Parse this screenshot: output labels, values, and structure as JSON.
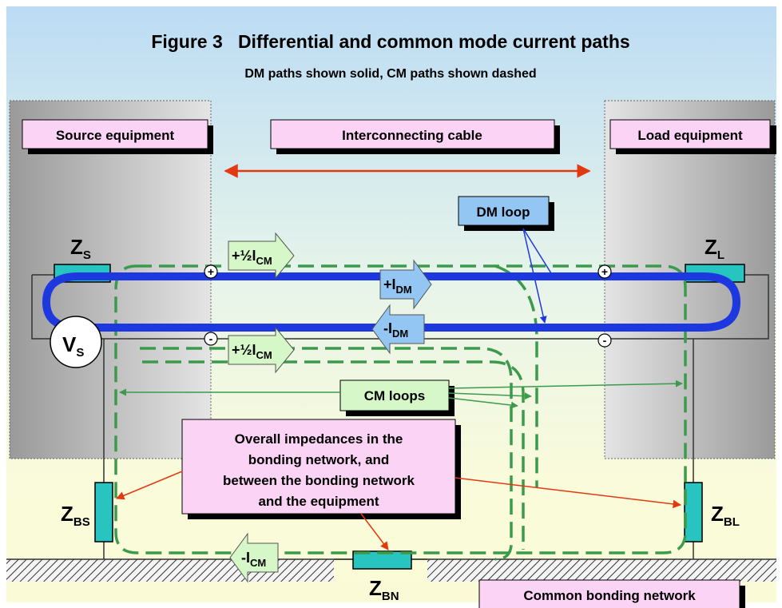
{
  "figure": {
    "title": "Figure 3   Differential and common mode current paths",
    "subtitle": "DM paths shown solid, CM paths shown dashed"
  },
  "labels": {
    "source_equipment": "Source equipment",
    "interconnecting_cable": "Interconnecting cable",
    "load_equipment": "Load equipment",
    "dm_loop": "DM loop",
    "cm_loops": "CM loops",
    "overall_impedances": [
      "Overall impedances in the",
      "bonding network, and",
      "between the bonding network",
      "and the equipment"
    ],
    "common_bonding_network": "Common bonding network"
  },
  "components": {
    "zs": {
      "main": "Z",
      "sub": "S"
    },
    "zl": {
      "main": "Z",
      "sub": "L"
    },
    "vs": {
      "main": "V",
      "sub": "S"
    },
    "zbs": {
      "main": "Z",
      "sub": "BS"
    },
    "zbl": {
      "main": "Z",
      "sub": "BL"
    },
    "zbn": {
      "main": "Z",
      "sub": "BN"
    }
  },
  "currents": {
    "half_icm_top": {
      "main": "+½I",
      "sub": "CM"
    },
    "half_icm_bottom": {
      "main": "+½I",
      "sub": "CM"
    },
    "plus_idm": {
      "main": "+I",
      "sub": "DM"
    },
    "minus_idm": {
      "main": "-I",
      "sub": "DM"
    },
    "minus_icm": {
      "main": "-I",
      "sub": "CM"
    }
  },
  "polarity": {
    "plus": "+",
    "minus": "-"
  },
  "colors": {
    "dm_loop": "#1e38e0",
    "cm_dashed": "#3c9a4c",
    "red_arrow": "#e23a10",
    "label_pink": "#fbd3f5",
    "label_blue": "#93c6f2",
    "arrow_green": "#d6f7c8",
    "impedance_teal": "#28c4c0"
  }
}
